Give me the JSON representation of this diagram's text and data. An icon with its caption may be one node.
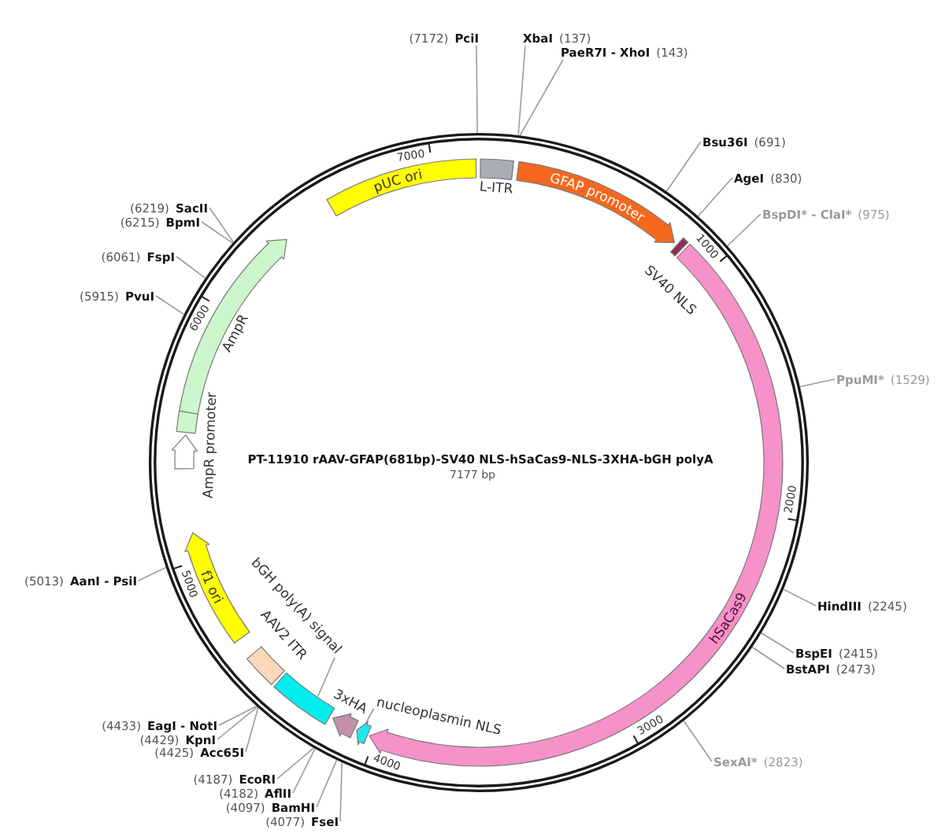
{
  "diagram": {
    "title": "PT-11910 rAAV-GFAP(681bp)-SV40 NLS-hSaCas9-NLS-3XHA-bGH polyA",
    "nodes": [
      {
        "text": [],
        "shape": "circle"
      },
      {
        "text": [
          "(7172)",
          "PciI"
        ]
      },
      {
        "text": [
          "XbaI",
          "(137)"
        ]
      },
      {
        "text": [
          "PaeR7I - XhoI",
          "(143)"
        ]
      },
      {
        "text": [
          "Bsu36I",
          "(691)"
        ]
      },
      {
        "text": [
          "AgeI",
          "(830)"
        ]
      },
      {
        "text": [
          "(6219)",
          "SacII"
        ]
      },
      {
        "text": [
          "BspDI* - ClaI*",
          "(975)"
        ]
      },
      {
        "text": [
          "(6215)",
          "BpmI"
        ]
      },
      {
        "text": [
          "(6061)",
          "FspI"
        ]
      },
      {
        "text": [
          "(5915)",
          "PvuI"
        ]
      },
      {
        "text": [
          "PpuMI*",
          "(1529)"
        ]
      },
      {
        "text": [
          "(5013)",
          "AanI - PsiI"
        ]
      },
      {
        "text": [
          "HindIII",
          "(2245)"
        ]
      },
      {
        "text": [
          "BspEI",
          "(2415)"
        ]
      },
      {
        "text": [
          "BstAPI",
          "(2473)"
        ]
      },
      {
        "text": [
          "(4433)",
          "EagI - NotI"
        ]
      },
      {
        "text": [
          "(4429)",
          "KpnI"
        ]
      },
      {
        "text": [
          "(4425)",
          "Acc65I"
        ]
      },
      {
        "text": [
          "SexAI*",
          "(2823)"
        ]
      },
      {
        "text": [
          "(4187)",
          "EcoRI"
        ]
      },
      {
        "text": [
          "(4182)",
          "AflII"
        ]
      },
      {
        "text": [
          "(4097)",
          "BamHI"
        ]
      },
      {
        "text": [
          "(4077)",
          "FseI"
        ]
      },
      {
        "text": [
          "pUC ori"
        ],
        "in": 0
      },
      {
        "text": [
          "L-ITR"
        ],
        "in": 0
      },
      {
        "text": [
          "GFAP promoter"
        ],
        "in": 0
      },
      {
        "text": [
          "SV40 NLS"
        ],
        "in": 0
      },
      {
        "text": [
          "hSaCas9"
        ],
        "in": 0
      },
      {
        "text": [
          "AmpR"
        ],
        "in": 0
      },
      {
        "text": [
          "AmpR promoter"
        ],
        "in": 0
      },
      {
        "text": [
          "f1 ori"
        ],
        "in": 0
      },
      {
        "text": [
          "bGH poly(A) signal"
        ],
        "in": 0
      },
      {
        "text": [
          "AAV2 ITR"
        ],
        "in": 0
      },
      {
        "text": [],
        "shape": "box",
        "in": 0
      },
      {
        "text": [
          "3xHA"
        ],
        "in": 0
      },
      {
        "text": [
          "nucleoplasmin NLS"
        ],
        "in": 0
      },
      {
        "text": [],
        "shape": "arrow",
        "in": 0
      }
    ],
    "edges": [
      {
        "from": 1,
        "to": 0,
        "arrow": "none"
      },
      {
        "from": 2,
        "to": 0,
        "arrow": "none"
      },
      {
        "from": 3,
        "to": 0,
        "arrow": "none"
      },
      {
        "from": 4,
        "to": 0,
        "arrow": "none"
      },
      {
        "from": 5,
        "to": 0,
        "arrow": "none"
      },
      {
        "from": 6,
        "to": 0,
        "arrow": "none"
      },
      {
        "from": 7,
        "to": 0,
        "arrow": "none"
      },
      {
        "from": 8,
        "to": 0,
        "arrow": "none"
      },
      {
        "from": 9,
        "to": 0,
        "arrow": "none"
      },
      {
        "from": 10,
        "to": 0,
        "arrow": "none"
      },
      {
        "from": 11,
        "to": 0,
        "arrow": "none"
      },
      {
        "from": 12,
        "to": 0,
        "arrow": "none"
      },
      {
        "from": 13,
        "to": 0,
        "arrow": "none"
      },
      {
        "from": 14,
        "to": 0,
        "arrow": "none"
      },
      {
        "from": 15,
        "to": 0,
        "arrow": "none"
      },
      {
        "from": 16,
        "to": 0,
        "arrow": "none"
      },
      {
        "from": 17,
        "to": 0,
        "arrow": "none"
      },
      {
        "from": 18,
        "to": 0,
        "arrow": "none"
      },
      {
        "from": 19,
        "to": 0,
        "arrow": "none"
      },
      {
        "from": 20,
        "to": 0,
        "arrow": "none"
      },
      {
        "from": 21,
        "to": 0,
        "arrow": "none"
      },
      {
        "from": 22,
        "to": 0,
        "arrow": "none"
      },
      {
        "from": 23,
        "to": 0,
        "arrow": "none"
      },
      {
        "from": 32,
        "to": 34,
        "arrow": "none"
      },
      {
        "from": 36,
        "to": 37,
        "arrow": "none"
      }
    ],
    "labels": [
      "7000",
      "1000",
      "6000",
      "7177 bp",
      "2000",
      "5000",
      "3000",
      "4000"
    ]
  }
}
